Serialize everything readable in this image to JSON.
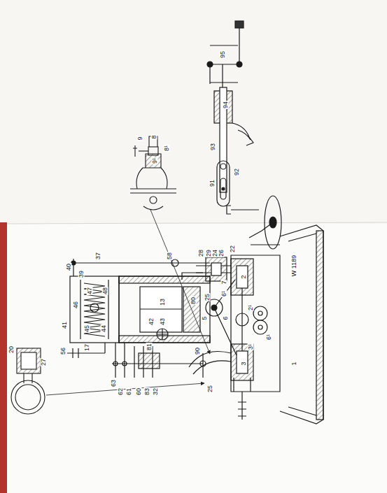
{
  "diagram": {
    "labels": [
      "95",
      "94",
      "93",
      "92",
      "91",
      "9",
      "8",
      "8¹",
      "9¹",
      "40",
      "39",
      "37",
      "58",
      "28",
      "29",
      "24",
      "26",
      "22",
      "47",
      "48",
      "46",
      "13",
      "80",
      "42",
      "43",
      "41",
      "45",
      "44",
      "56",
      "17",
      "63",
      "62",
      "61",
      "60",
      "83",
      "32",
      "81",
      "90",
      "25",
      "5",
      "7",
      "6¹",
      "6",
      "2",
      "2¹",
      "3¹",
      "3",
      "6¹",
      "1",
      "25",
      "20",
      "27",
      "W 1189"
    ]
  }
}
